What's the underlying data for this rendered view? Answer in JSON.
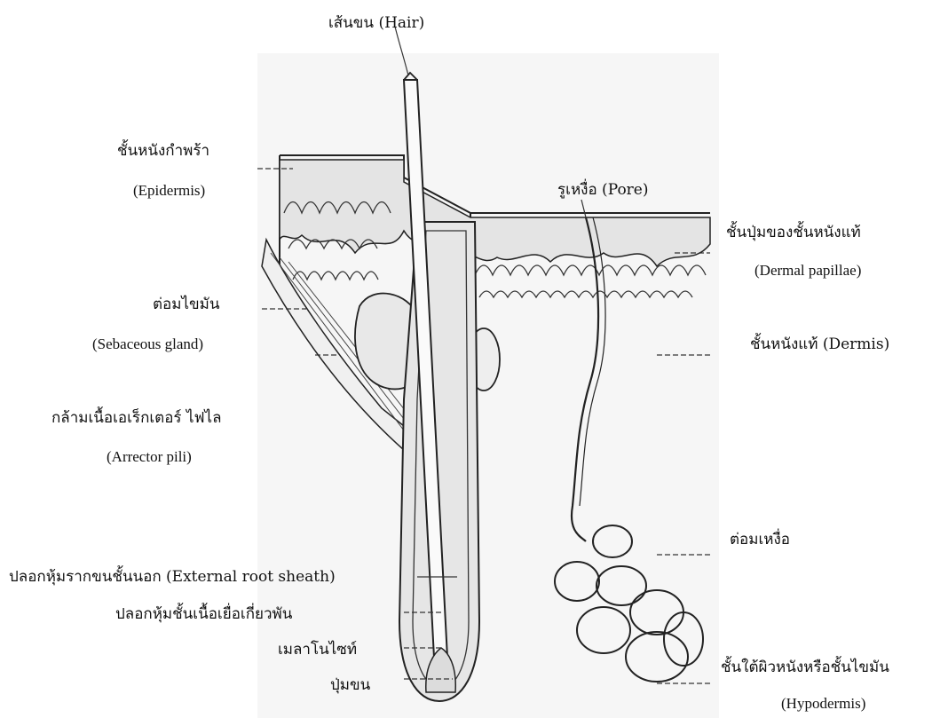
{
  "labels": {
    "hair": "เส้นขน (Hair)",
    "epidermis_th": "ชั้นหนังกำพร้า",
    "epidermis_en": "(Epidermis)",
    "pore": "รูเหงื่อ (Pore)",
    "papillae_th": "ชั้นปุ่มของชั้นหนังแท้",
    "papillae_en": "(Dermal papillae)",
    "sebaceous_th": "ต่อมไขมัน",
    "sebaceous_en": "(Sebaceous gland)",
    "dermis": "ชั้นหนังแท้  (Dermis)",
    "arrector_th": "กล้ามเนื้อเอเร็กเตอร์ ไฟไล",
    "arrector_en": "(Arrector pili)",
    "sweat_gland": "ต่อมเหงื่อ",
    "external_root_sheath": "ปลอกหุ้มรากขนชั้นนอก  (External root sheath)",
    "connective_sheath": "ปลอกหุ้มชั้นเนื้อเยื่อเกี่ยวพัน",
    "melanocyte": "เมลาโนไซท์",
    "hair_papilla": "ปุ่มขน",
    "hypodermis_th": "ชั้นใต้ผิวหนังหรือชั้นไขมัน",
    "hypodermis_en": "(Hypodermis)"
  },
  "colors": {
    "ink": "#222222",
    "shade": "#d9d9d9",
    "faint": "#ececec"
  }
}
